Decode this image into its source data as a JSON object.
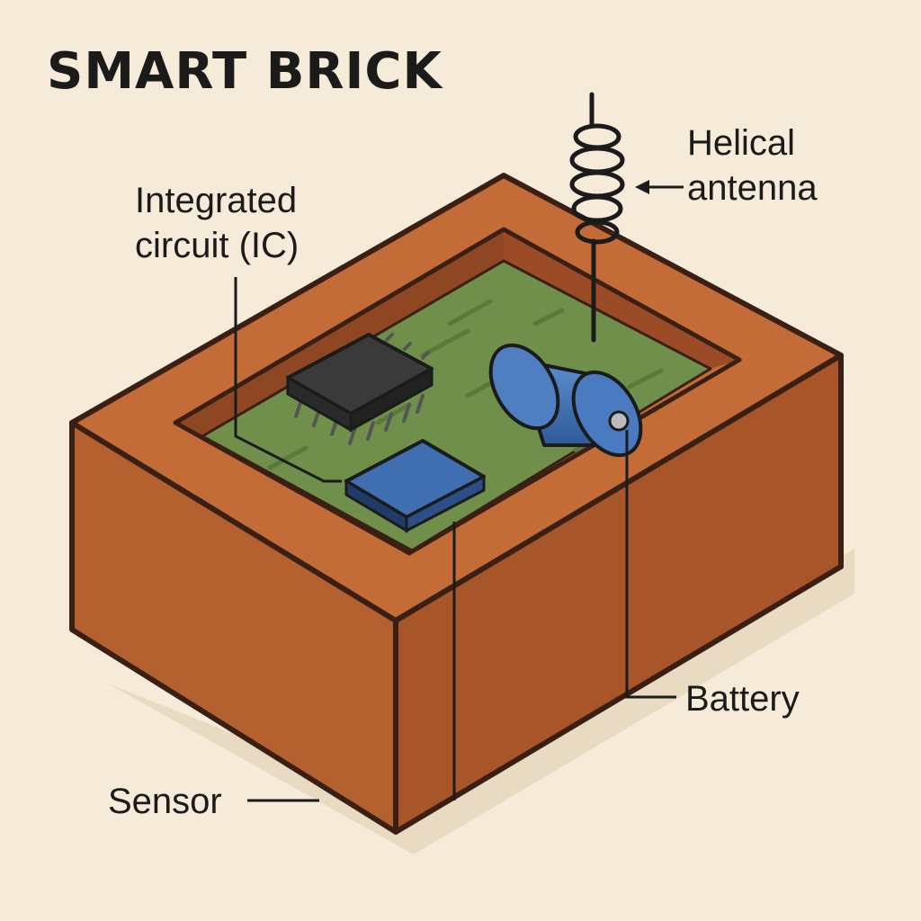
{
  "title": "SMART BRICK",
  "labels": {
    "ic": [
      "Integrated",
      "circuit (IC)"
    ],
    "antenna": [
      "Helical",
      "antenna"
    ],
    "battery": "Battery",
    "sensor": "Sensor"
  },
  "colors": {
    "background": "#f6ead8",
    "brick": "#b8612e",
    "board": "#6f8f4a",
    "chip": "#3a3a3a",
    "component_blue": "#3f6fb0",
    "outline": "#3a1f14"
  }
}
